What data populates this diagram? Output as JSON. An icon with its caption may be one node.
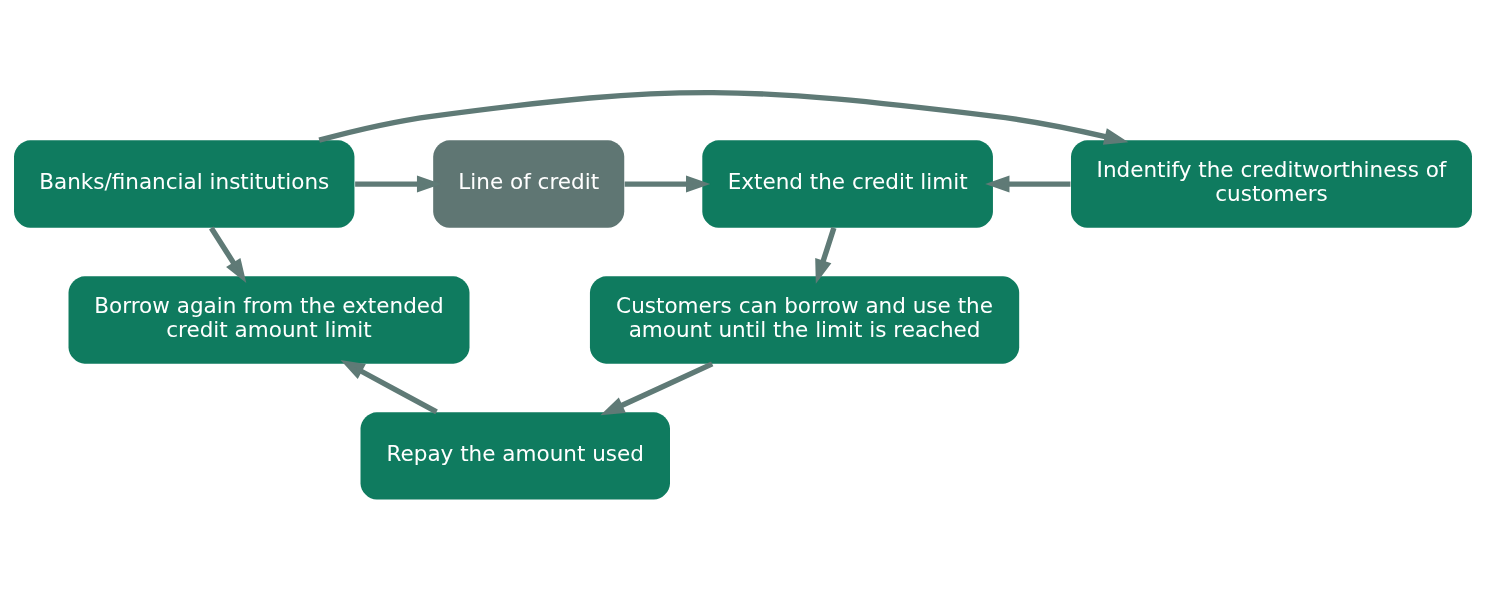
{
  "diagram": {
    "nodes": [
      {
        "text": [
          "Banks/financial institutions"
        ]
      },
      {
        "text": [
          "Indentify the creditworthiness of customers"
        ]
      },
      {
        "text": [
          "Line of credit"
        ]
      },
      {
        "text": [
          "Extend the credit limit"
        ]
      },
      {
        "text": [
          "Customers can borrow and use the amount until the limit is reached"
        ]
      },
      {
        "text": [
          "Repay the amount used"
        ]
      },
      {
        "text": [
          "Borrow again from the extended credit amount limit"
        ]
      }
    ],
    "edges": [
      {
        "from": 0,
        "to": 1,
        "arrow": "to"
      },
      {
        "from": 1,
        "to": 3,
        "arrow": "to"
      },
      {
        "from": 0,
        "to": 2,
        "arrow": "to"
      },
      {
        "from": 2,
        "to": 3,
        "arrow": "to"
      },
      {
        "from": 3,
        "to": 4,
        "arrow": "to"
      },
      {
        "from": 4,
        "to": 5,
        "arrow": "to"
      },
      {
        "from": 5,
        "to": 6,
        "arrow": "to"
      },
      {
        "from": 0,
        "to": 6,
        "arrow": "to"
      }
    ]
  }
}
